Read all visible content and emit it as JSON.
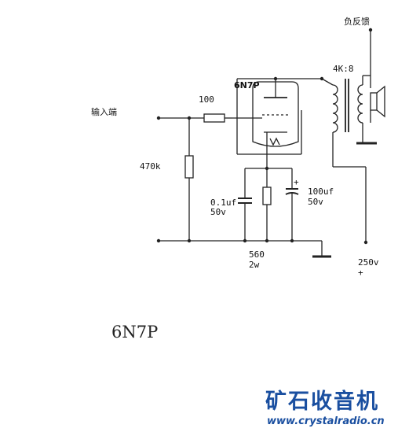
{
  "diagram": {
    "tube": "6N7P",
    "input_label": "输入端",
    "feedback_label": "负反馈",
    "grid_resistor": "100",
    "grid_leak": "470k",
    "transformer": "4K:8",
    "bypass_cap_value": "0.1uf",
    "bypass_cap_voltage": "50v",
    "electrolytic_value": "100uf",
    "electrolytic_voltage": "50v",
    "cathode_resistor": "560",
    "cathode_resistor_power": "2w",
    "supply": "250v",
    "supply_polarity": "+",
    "caption": "6N7P",
    "cap_polarity": "+"
  },
  "watermark": {
    "title": "矿石收音机",
    "url": "www.crystalradio.cn"
  },
  "colors": {
    "line": "#222222",
    "watermark": "#1a4fa0"
  }
}
